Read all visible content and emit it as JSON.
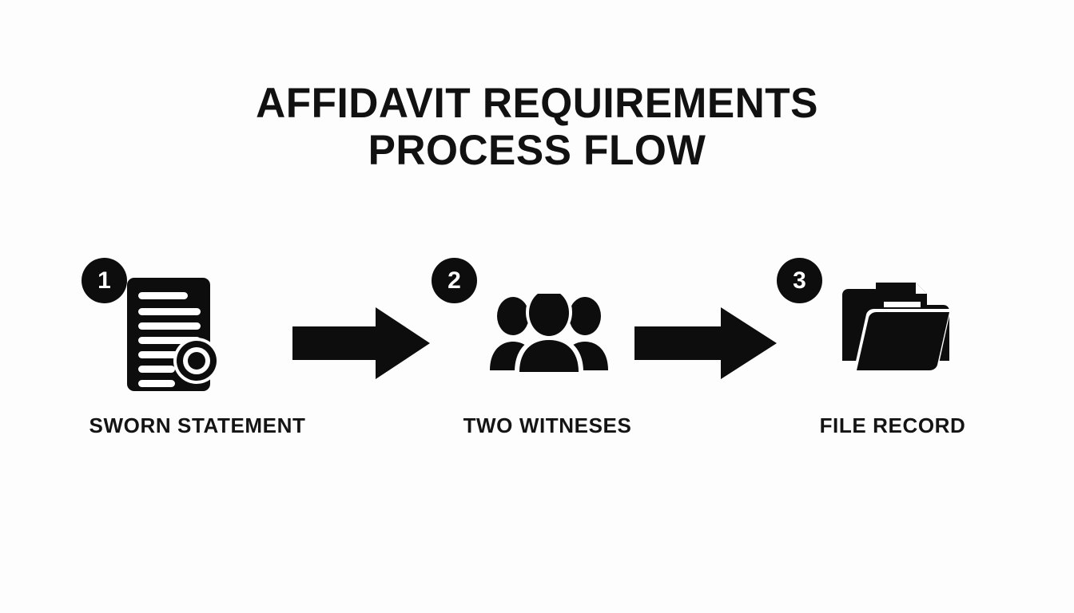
{
  "page": {
    "background_color": "#fdfdfd",
    "ink_color": "#111111"
  },
  "title": {
    "line1": "AFFIDAVIT REQUIREMENTS",
    "line2": "PROCESS FLOW"
  },
  "flow": {
    "steps": [
      {
        "number": "1",
        "label": "SWORN STATEMENT",
        "icon": "document-seal-icon"
      },
      {
        "number": "2",
        "label": "TWO WITNESES",
        "icon": "people-group-icon"
      },
      {
        "number": "3",
        "label": "FILE RECORD",
        "icon": "folder-file-icon"
      }
    ],
    "connectors": [
      {
        "icon": "arrow-right-icon",
        "from": "1",
        "to": "2"
      },
      {
        "icon": "arrow-right-icon",
        "from": "2",
        "to": "3"
      }
    ]
  }
}
